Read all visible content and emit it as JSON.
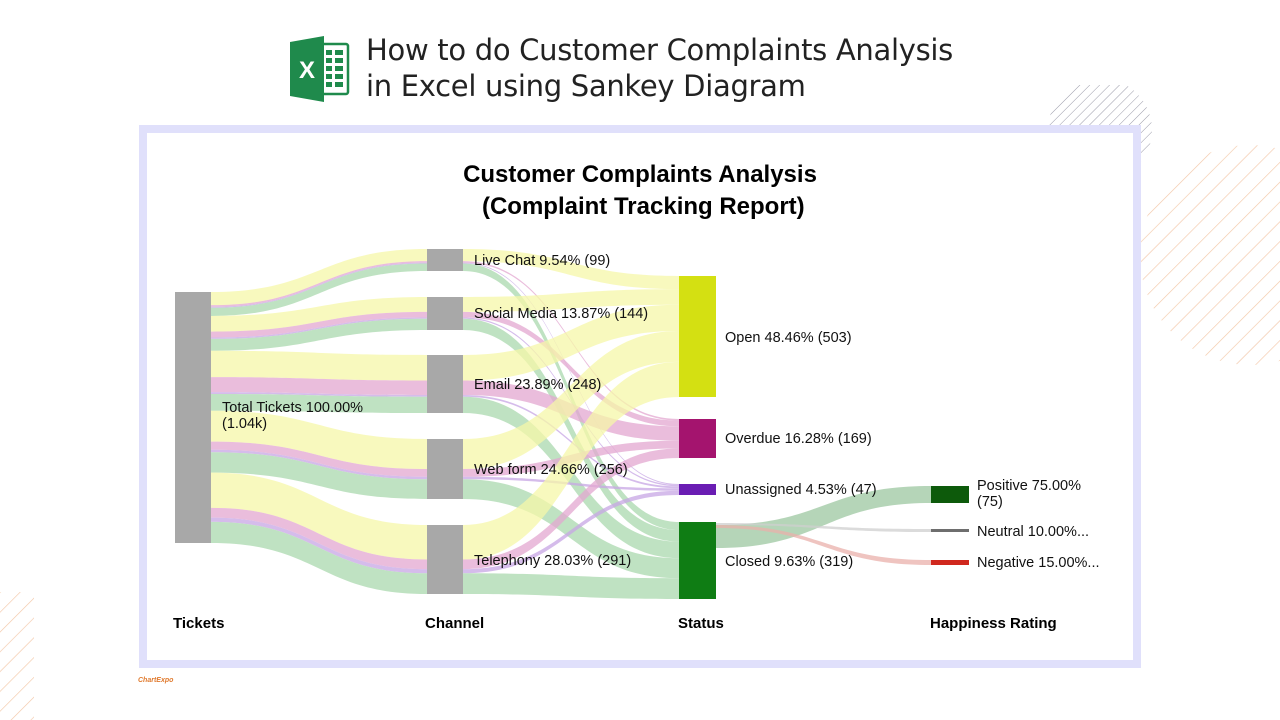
{
  "header": {
    "icon": "excel-icon",
    "title_line1": "How to do Customer Complaints Analysis",
    "title_line2": "in Excel using Sankey Diagram"
  },
  "chart": {
    "title_line1": "Customer Complaints Analysis",
    "title_line2": " (Complaint Tracking Report)"
  },
  "footer": {
    "logo_text": "ChartExpo"
  },
  "colors": {
    "node_gray": "#a8a8a8",
    "open": "#d4e012",
    "overdue": "#a4146e",
    "unassigned": "#6a1db3",
    "closed": "#0f7d14",
    "positive": "#0d5a0b",
    "neutral": "#6e6e6e",
    "negative": "#d0281e",
    "link_open": "#f6f7a8",
    "link_overdue": "#e3a7d0",
    "link_unassigned": "#c7a5e4",
    "link_closed": "#a9d8ae",
    "frame": "#e0e0fb"
  },
  "chart_data": {
    "type": "sankey",
    "title": "Customer Complaints Analysis (Complaint Tracking Report)",
    "stages": [
      "Tickets",
      "Channel",
      "Status",
      "Happiness Rating"
    ],
    "nodes": [
      {
        "id": "total",
        "stage": 0,
        "label": "Total Tickets 100.00%",
        "label2": "(1.04k)",
        "value": 1038,
        "percent": 100.0
      },
      {
        "id": "livechat",
        "stage": 1,
        "label": "Live Chat 9.54% (99)",
        "value": 99,
        "percent": 9.54
      },
      {
        "id": "social",
        "stage": 1,
        "label": "Social Media 13.87% (144)",
        "value": 144,
        "percent": 13.87
      },
      {
        "id": "email",
        "stage": 1,
        "label": "Email 23.89% (248)",
        "value": 248,
        "percent": 23.89
      },
      {
        "id": "webform",
        "stage": 1,
        "label": "Web form 24.66% (256)",
        "value": 256,
        "percent": 24.66
      },
      {
        "id": "telephony",
        "stage": 1,
        "label": "Telephony 28.03% (291)",
        "value": 291,
        "percent": 28.03
      },
      {
        "id": "open",
        "stage": 2,
        "label": "Open 48.46% (503)",
        "value": 503,
        "percent": 48.46
      },
      {
        "id": "overdue",
        "stage": 2,
        "label": "Overdue 16.28% (169)",
        "value": 169,
        "percent": 16.28
      },
      {
        "id": "unassigned",
        "stage": 2,
        "label": "Unassigned 4.53% (47)",
        "value": 47,
        "percent": 4.53
      },
      {
        "id": "closed",
        "stage": 2,
        "label": "Closed 9.63% (319)",
        "value": 319,
        "percent": 9.63
      },
      {
        "id": "positive",
        "stage": 3,
        "label": "Positive 75.00%",
        "label2": "(75)",
        "value": 75,
        "percent": 75.0
      },
      {
        "id": "neutral",
        "stage": 3,
        "label": "Neutral 10.00%...",
        "value": 10,
        "percent": 10.0
      },
      {
        "id": "negative",
        "stage": 3,
        "label": "Negative 15.00%...",
        "value": 15,
        "percent": 15.0
      }
    ]
  }
}
